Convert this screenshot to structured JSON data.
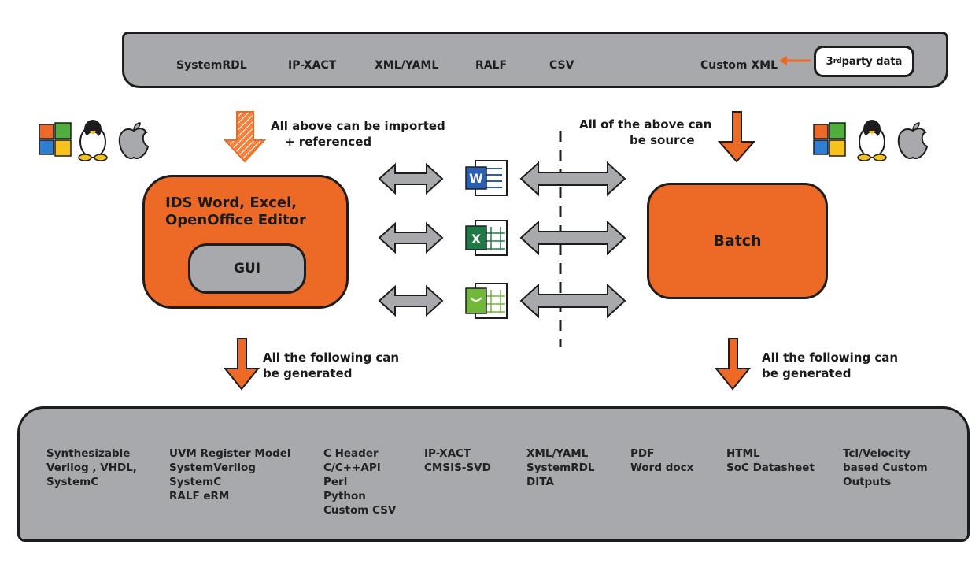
{
  "input_formats": {
    "items": [
      "SystemRDL",
      "IP-XACT",
      "XML/YAML",
      "RALF",
      "CSV",
      "Custom XML"
    ],
    "third_party": {
      "prefix": "3",
      "sup": "rd",
      "suffix": " party data"
    }
  },
  "notes": {
    "imported": [
      "All above can be imported",
      "+ referenced"
    ],
    "source": [
      "All of the above can",
      "be source"
    ],
    "generated_left": [
      "All the following can",
      "be generated"
    ],
    "generated_right": [
      "All the following can",
      "be generated"
    ]
  },
  "editor": {
    "title_lines": [
      "IDS Word, Excel,",
      "OpenOffice Editor"
    ],
    "gui_label": "GUI"
  },
  "batch": {
    "label": "Batch"
  },
  "doc_icons": [
    {
      "name": "word-icon",
      "letter": "W",
      "color": "#2b5fb4"
    },
    {
      "name": "excel-icon",
      "letter": "X",
      "color": "#1e7a45"
    },
    {
      "name": "openoffice-icon",
      "letter": "",
      "color": "#6fb83a"
    }
  ],
  "outputs": [
    [
      "Synthesizable",
      "Verilog , VHDL,",
      "SystemC"
    ],
    [
      "UVM Register Model",
      "SystemVerilog",
      "SystemC",
      "RALF eRM"
    ],
    [
      "C Header",
      "C/C++API",
      "Perl",
      "Python",
      "Custom  CSV"
    ],
    [
      "IP-XACT",
      "CMSIS-SVD"
    ],
    [
      "XML/YAML",
      "SystemRDL",
      "DITA"
    ],
    [
      "PDF",
      "Word docx"
    ],
    [
      "HTML",
      "SoC Datasheet"
    ],
    [
      "Tcl/Velocity",
      "based Custom",
      "Outputs"
    ]
  ],
  "colors": {
    "orange": "#ec6a25",
    "gray": "#a7a9ac",
    "outline": "#1d1d1d"
  },
  "os_icons": [
    "windows-icon",
    "linux-icon",
    "apple-icon"
  ]
}
